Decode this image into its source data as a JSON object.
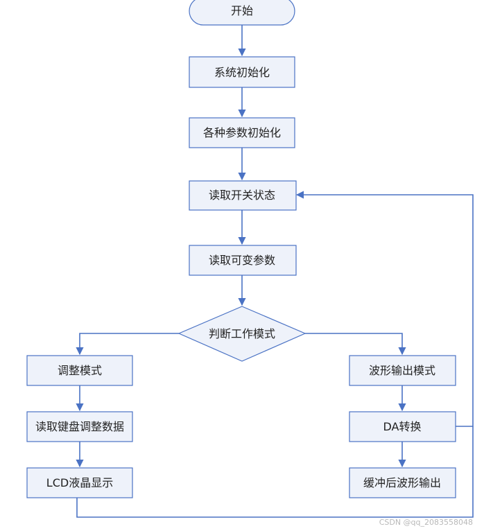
{
  "flowchart": {
    "nodes": {
      "start": "开始",
      "sys_init": "系统初始化",
      "param_init": "各种参数初始化",
      "read_switch": "读取开关状态",
      "read_var": "读取可变参数",
      "decision": "判断工作模式",
      "adjust_mode": "调整模式",
      "read_keyboard": "读取键盘调整数据",
      "lcd": "LCD液晶显示",
      "wave_mode": "波形输出模式",
      "da": "DA转换",
      "buffer": "缓冲后波形输出"
    }
  },
  "watermark": "CSDN @qq_2083558048",
  "colors": {
    "line": "#4a72c4",
    "box_fill": "#eef2fa"
  }
}
